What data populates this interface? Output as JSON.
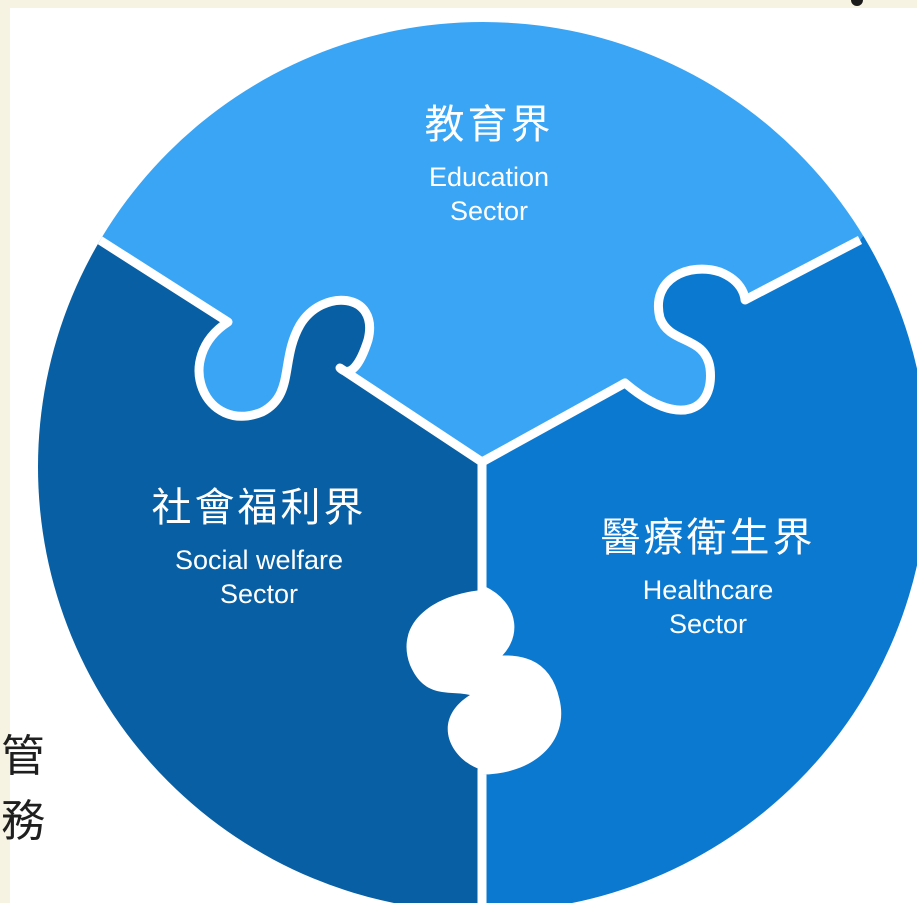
{
  "colors": {
    "education": "#3aa5f5",
    "social_welfare": "#085fa3",
    "healthcare": "#0b79d0",
    "divider": "#ffffff"
  },
  "sectors": {
    "education": {
      "zh": "教育界",
      "en_line1": "Education",
      "en_line2": "Sector"
    },
    "social_welfare": {
      "zh": "社會福利界",
      "en_line1": "Social welfare",
      "en_line2": "Sector"
    },
    "healthcare": {
      "zh": "醫療衛生界",
      "en_line1": "Healthcare",
      "en_line2": "Sector"
    }
  },
  "side_text": {
    "char1": "管",
    "char2": "務"
  }
}
